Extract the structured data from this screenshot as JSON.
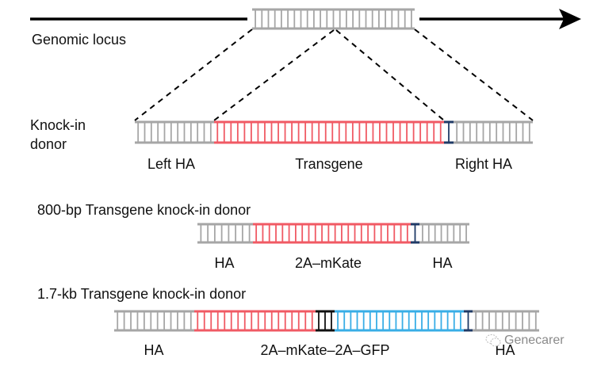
{
  "figure": {
    "genomic_locus": {
      "label": "Genomic locus",
      "arrow": "right-arrow"
    },
    "knock_in_donor": {
      "label_line1": "Knock-in",
      "label_line2": "donor",
      "segments": [
        {
          "name": "left-ha",
          "label": "Left HA",
          "color": "#a6a6a6"
        },
        {
          "name": "transgene",
          "label": "Transgene",
          "color": "#f05a64"
        },
        {
          "name": "stop",
          "label": "",
          "color": "#1f3a66"
        },
        {
          "name": "right-ha",
          "label": "Right HA",
          "color": "#a6a6a6"
        }
      ]
    },
    "donor_800bp": {
      "title": "800-bp Transgene knock-in donor",
      "segments": [
        {
          "name": "left-ha",
          "label": "HA",
          "color": "#a6a6a6"
        },
        {
          "name": "2a-mkate",
          "label": "2A–mKate",
          "color": "#f05a64"
        },
        {
          "name": "stop",
          "label": "",
          "color": "#1f3a66"
        },
        {
          "name": "right-ha",
          "label": "HA",
          "color": "#a6a6a6"
        }
      ]
    },
    "donor_1_7kb": {
      "title": "1.7-kb Transgene knock-in donor",
      "transgene_label": "2A–mKate–2A–GFP",
      "segments": [
        {
          "name": "left-ha",
          "label": "HA",
          "color": "#a6a6a6"
        },
        {
          "name": "mkate",
          "label": "",
          "color": "#f05a64"
        },
        {
          "name": "2a-linker",
          "label": "",
          "color": "#111111"
        },
        {
          "name": "gfp",
          "label": "",
          "color": "#39aee6"
        },
        {
          "name": "stop",
          "label": "",
          "color": "#1f3a66"
        },
        {
          "name": "right-ha",
          "label": "HA",
          "color": "#a6a6a6"
        }
      ]
    },
    "colors": {
      "homology_arm": "#a6a6a6",
      "mkate": "#f05a64",
      "gfp": "#39aee6",
      "stop": "#1f3a66",
      "linker": "#111111",
      "line": "#000000"
    }
  },
  "watermark": {
    "text": "Genecarer",
    "icon": "wechat-icon"
  }
}
